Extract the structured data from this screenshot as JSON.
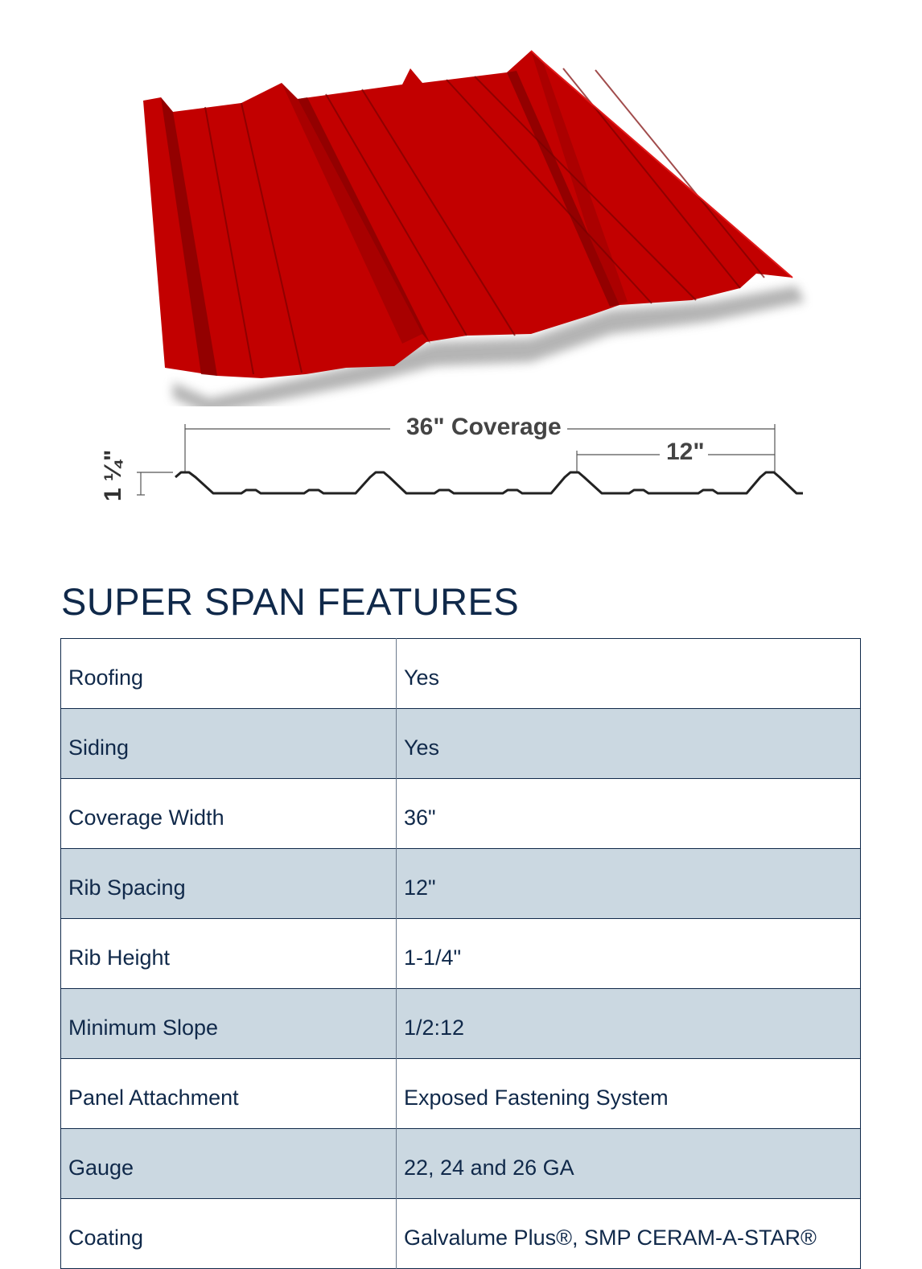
{
  "illustration": {
    "panel_color": "#c40000",
    "panel_shadow_color": "#8a0000"
  },
  "profile_diagram": {
    "coverage_label": "36\" Coverage",
    "rib_spacing_label": "12\"",
    "rib_height_label": "1 ¼\""
  },
  "section": {
    "title": "SUPER SPAN FEATURES"
  },
  "features": {
    "rows": [
      {
        "label": "Roofing",
        "value": "Yes"
      },
      {
        "label": "Siding",
        "value": "Yes"
      },
      {
        "label": "Coverage Width",
        "value": "36\""
      },
      {
        "label": "Rib Spacing",
        "value": "12\""
      },
      {
        "label": "Rib Height",
        "value": "1-1/4\""
      },
      {
        "label": "Minimum Slope",
        "value": "1/2:12"
      },
      {
        "label": "Panel Attachment",
        "value": "Exposed Fastening System"
      },
      {
        "label": "Gauge",
        "value": "22, 24 and 26 GA"
      },
      {
        "label": "Coating",
        "value": "Galvalume Plus®, SMP CERAM-A-STAR®"
      }
    ]
  },
  "colors": {
    "text_navy": "#10294a",
    "row_alt_bg": "#cbd8e1",
    "row_bg": "#ffffff"
  }
}
